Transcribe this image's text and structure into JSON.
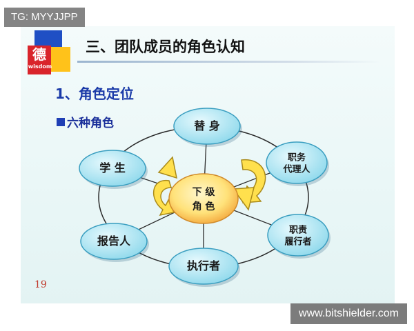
{
  "overlay_tag": "TG: MYYJJPP",
  "watermark": "www.bitshielder.com",
  "slide": {
    "logo_char": "德",
    "logo_word": "wisdom",
    "title": "三、团队成员的角色认知",
    "subtitle": "1、角色定位",
    "bullet": "六种角色",
    "page_number": "19"
  },
  "diagram": {
    "center": {
      "line1": "下   级",
      "line2": "角   色"
    },
    "nodes": [
      {
        "id": "top",
        "lines": [
          "替  身"
        ]
      },
      {
        "id": "upper-right",
        "lines": [
          "职务",
          "代理人"
        ]
      },
      {
        "id": "lower-right",
        "lines": [
          "职责",
          "履行者"
        ]
      },
      {
        "id": "bottom",
        "lines": [
          "执行者"
        ]
      },
      {
        "id": "lower-left",
        "lines": [
          "报告人"
        ]
      },
      {
        "id": "upper-left",
        "lines": [
          "学  生"
        ]
      }
    ],
    "colors": {
      "node_fill": "#aee7f4",
      "node_stroke": "#3a9ec0",
      "center_fill": "#ffe27a",
      "arrow_fill": "#ffe04d",
      "line": "#2a2a2a"
    }
  }
}
